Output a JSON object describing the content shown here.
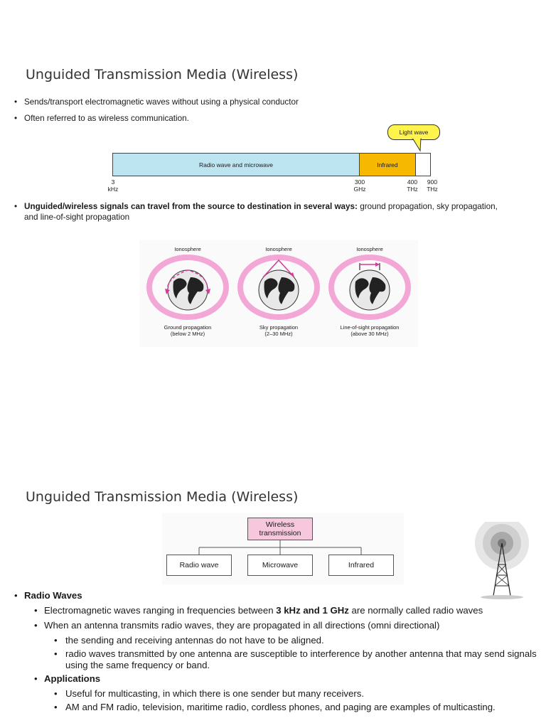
{
  "slide1": {
    "title": "Unguided Transmission Media (Wireless)",
    "bullet1": "Sends/transport electromagnetic waves without using a physical conductor",
    "bullet2": "Often referred to as wireless communication.",
    "spectrum": {
      "callout": "Light wave",
      "band_radio": "Radio wave and microwave",
      "band_infrared": "Infrared",
      "tick1": "3\nkHz",
      "tick2": "300\nGHz",
      "tick3": "400\nTHz",
      "tick4": "900\nTHz",
      "colors": {
        "radio": "#bde4f1",
        "infrared": "#f6b800",
        "light": "#ffffff",
        "callout": "#fff34d"
      }
    },
    "bullet3_bold": "Unguided/wireless signals can travel from the source to destination in several ways:",
    "bullet3_rest": " ground propagation, sky propagation, and line-of-sight propagation",
    "propagation": {
      "ground_top": "Ionosphere",
      "ground_caption": "Ground propagation\n(below 2 MHz)",
      "sky_top": "Ionosphere",
      "sky_caption": "Sky propagation\n(2–30 MHz)",
      "los_top": "Ionosphere",
      "los_caption": "Line-of-sight propagation\n(above 30 MHz)",
      "ring_color": "#f3a7d6"
    }
  },
  "slide2": {
    "title": "Unguided Transmission Media (Wireless)",
    "tree": {
      "root": "Wireless\ntransmission",
      "child1": "Radio wave",
      "child2": "Microwave",
      "child3": "Infrared",
      "root_color": "#f7c7dd"
    },
    "radio_heading": "Radio Waves",
    "item1_a": "Electromagnetic waves ranging in frequencies between ",
    "item1_b": "3 kHz and 1 GHz",
    "item1_c": " are normally called radio waves",
    "item2": "When an antenna transmits radio waves, they are propagated in all directions  (omni directional)",
    "item2a": "the sending and receiving antennas do not have to be aligned.",
    "item2b": "radio waves transmitted by one antenna are susceptible to interference by another antenna that may send signals using the same frequency or band.",
    "applications_heading": "Applications",
    "app1": "Useful for multicasting, in which there is one sender but many receivers.",
    "app2": "AM and FM radio, television, maritime radio, cordless phones, and paging are examples of multicasting."
  }
}
